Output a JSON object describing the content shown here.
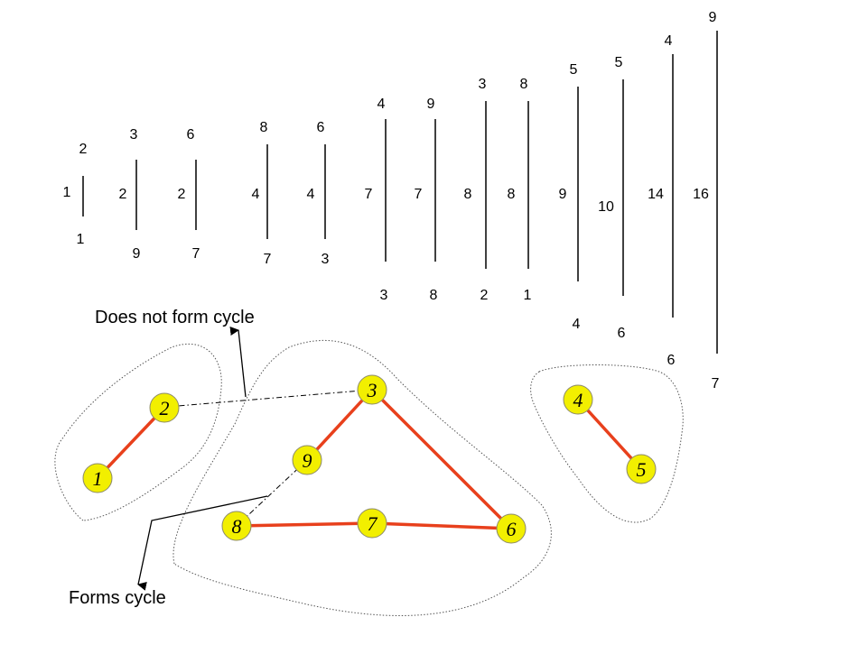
{
  "edge_bars": [
    {
      "top": "2",
      "weight": "1",
      "bottom": "1"
    },
    {
      "top": "3",
      "weight": "2",
      "bottom": "9"
    },
    {
      "top": "6",
      "weight": "2",
      "bottom": "7"
    },
    {
      "top": "8",
      "weight": "4",
      "bottom": "7"
    },
    {
      "top": "6",
      "weight": "4",
      "bottom": "3"
    },
    {
      "top": "4",
      "weight": "7",
      "bottom": "3"
    },
    {
      "top": "9",
      "weight": "7",
      "bottom": "8"
    },
    {
      "top": "3",
      "weight": "8",
      "bottom": "2"
    },
    {
      "top": "8",
      "weight": "8",
      "bottom": "1"
    },
    {
      "top": "5",
      "weight": "9",
      "bottom": "4"
    },
    {
      "top": "5",
      "weight": "10",
      "bottom": "6"
    },
    {
      "top": "4",
      "weight": "14",
      "bottom": "6"
    },
    {
      "top": "9",
      "weight": "16",
      "bottom": "7"
    }
  ],
  "nodes": [
    "1",
    "2",
    "3",
    "4",
    "5",
    "6",
    "7",
    "8",
    "9"
  ],
  "annotations": {
    "no_cycle": "Does not form cycle",
    "cycle": "Forms cycle"
  },
  "colors": {
    "tree_edge": "#e8401c",
    "node_fill": "#f2ef00",
    "node_stroke": "#8c8a6a",
    "line": "#000000"
  }
}
